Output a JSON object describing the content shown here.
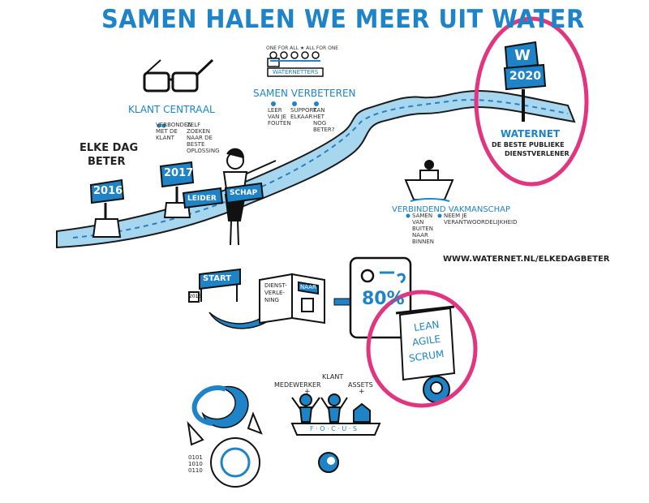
{
  "title": "SAMEN HALEN WE MEER UIT WATER",
  "colors": {
    "river": "#9fd3ee",
    "brand_blue": "#1f84c7",
    "highlight": "#e2357f",
    "ink": "#1b1b1b"
  },
  "sections": {
    "klant_centraal": {
      "label": "KLANT CENTRAAL",
      "notes": [
        "VERBONDEN MET DE KLANT",
        "ZELF ZOEKEN NAAR DE BESTE OPLOSSING"
      ]
    },
    "samen_verbeteren": {
      "badge_top": "ONE FOR ALL ★ ALL FOR ONE",
      "banner": "WATERNETTERS",
      "label": "SAMEN VERBETEREN",
      "notes": [
        "LEER VAN JE FOUTEN",
        "SUPPORT ELKAAR",
        "KAN HET NOG BETER?"
      ]
    },
    "elke_dag_beter": {
      "label_line1": "ELKE DAG",
      "label_line2": "BETER"
    },
    "years": {
      "y2016": "2016",
      "y2017": "2017",
      "y2020": "2020"
    },
    "leiderschap": {
      "left": "LEIDER",
      "right": "SCHAP"
    },
    "verbindend": {
      "label": "VERBINDEND VAKMANSCHAP",
      "notes": [
        "SAMEN VAN BUITEN NAAR BINNEN",
        "NEEM JE VERANTWOORDELIJKHEID"
      ]
    },
    "waternet_goal": {
      "sign": "W",
      "name": "WATERNET",
      "tag_line1": "DE BESTE PUBLIEKE",
      "tag_line2": "DIENSTVERLENER"
    },
    "url": "WWW.WATERNET.NL/ELKEDAGBETER"
  },
  "process": {
    "start_label": "START",
    "start_small": "2016",
    "book_left": "DIENST-VERLE-NING",
    "book_right": "NAAR",
    "phone_number": "80%",
    "scroll_lines": [
      "LEAN",
      "AGILE",
      "SCRUM"
    ]
  },
  "focus": {
    "medewerker": "MEDEWERKER",
    "klant": "KLANT",
    "assets": "ASSETS",
    "plus": "+",
    "pedestal": "F · O · C · U · S",
    "binary": "0101 1010 0110"
  }
}
